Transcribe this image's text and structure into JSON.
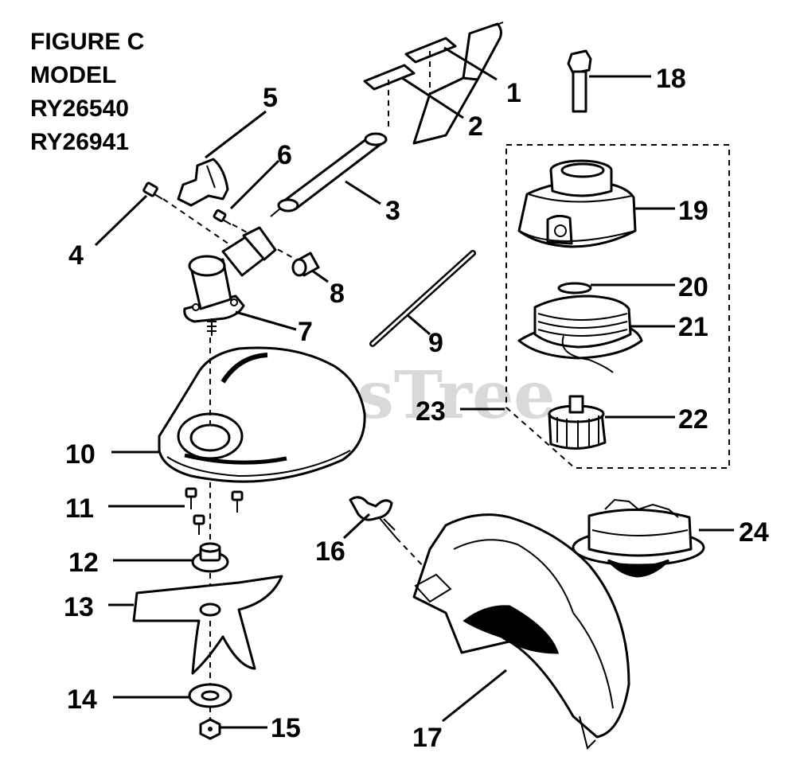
{
  "title": [
    "FIGURE C",
    "MODEL",
    "RY26540",
    "RY26941"
  ],
  "watermark": "PartsTree",
  "callouts": [
    {
      "id": "1",
      "label": "1"
    },
    {
      "id": "2",
      "label": "2"
    },
    {
      "id": "3",
      "label": "3"
    },
    {
      "id": "4",
      "label": "4"
    },
    {
      "id": "5",
      "label": "5"
    },
    {
      "id": "6",
      "label": "6"
    },
    {
      "id": "7",
      "label": "7"
    },
    {
      "id": "8",
      "label": "8"
    },
    {
      "id": "9",
      "label": "9"
    },
    {
      "id": "10",
      "label": "10"
    },
    {
      "id": "11",
      "label": "11"
    },
    {
      "id": "12",
      "label": "12"
    },
    {
      "id": "13",
      "label": "13"
    },
    {
      "id": "14",
      "label": "14"
    },
    {
      "id": "15",
      "label": "15"
    },
    {
      "id": "16",
      "label": "16"
    },
    {
      "id": "17",
      "label": "17"
    },
    {
      "id": "18",
      "label": "18"
    },
    {
      "id": "19",
      "label": "19"
    },
    {
      "id": "20",
      "label": "20"
    },
    {
      "id": "21",
      "label": "21"
    },
    {
      "id": "22",
      "label": "22"
    },
    {
      "id": "23",
      "label": "23"
    },
    {
      "id": "24",
      "label": "24"
    }
  ]
}
